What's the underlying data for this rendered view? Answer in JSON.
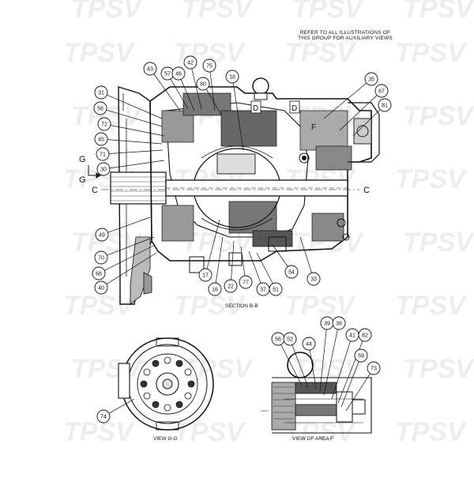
{
  "header_note": {
    "line1": "REFER TO ALL ILLUSTRATIONS OF",
    "line2": "THIS GROUP FOR AUXILIARY VIEWS"
  },
  "watermark": "TPSV",
  "captions": {
    "section": "SECTION B-B",
    "view_gg": "VIEW G-G",
    "view_area_f": "VIEW OF AREA F"
  },
  "section_markers": {
    "g_top": "G",
    "g_bottom": "G",
    "c_left": "C",
    "c_right": "C",
    "d_1": "D",
    "d_2": "D",
    "f": "F"
  },
  "main_callouts": [
    "31",
    "58",
    "72",
    "45",
    "71",
    "30",
    "43",
    "57",
    "46",
    "42",
    "75",
    "80",
    "18",
    "35",
    "67",
    "81",
    "49",
    "70",
    "68",
    "40",
    "17",
    "16",
    "22",
    "77",
    "37",
    "51",
    "54",
    "33"
  ],
  "view_gg_callouts": [
    "74"
  ],
  "area_f_callouts": [
    "56",
    "52",
    "44",
    "39",
    "38",
    "41",
    "82",
    "59",
    "73"
  ]
}
